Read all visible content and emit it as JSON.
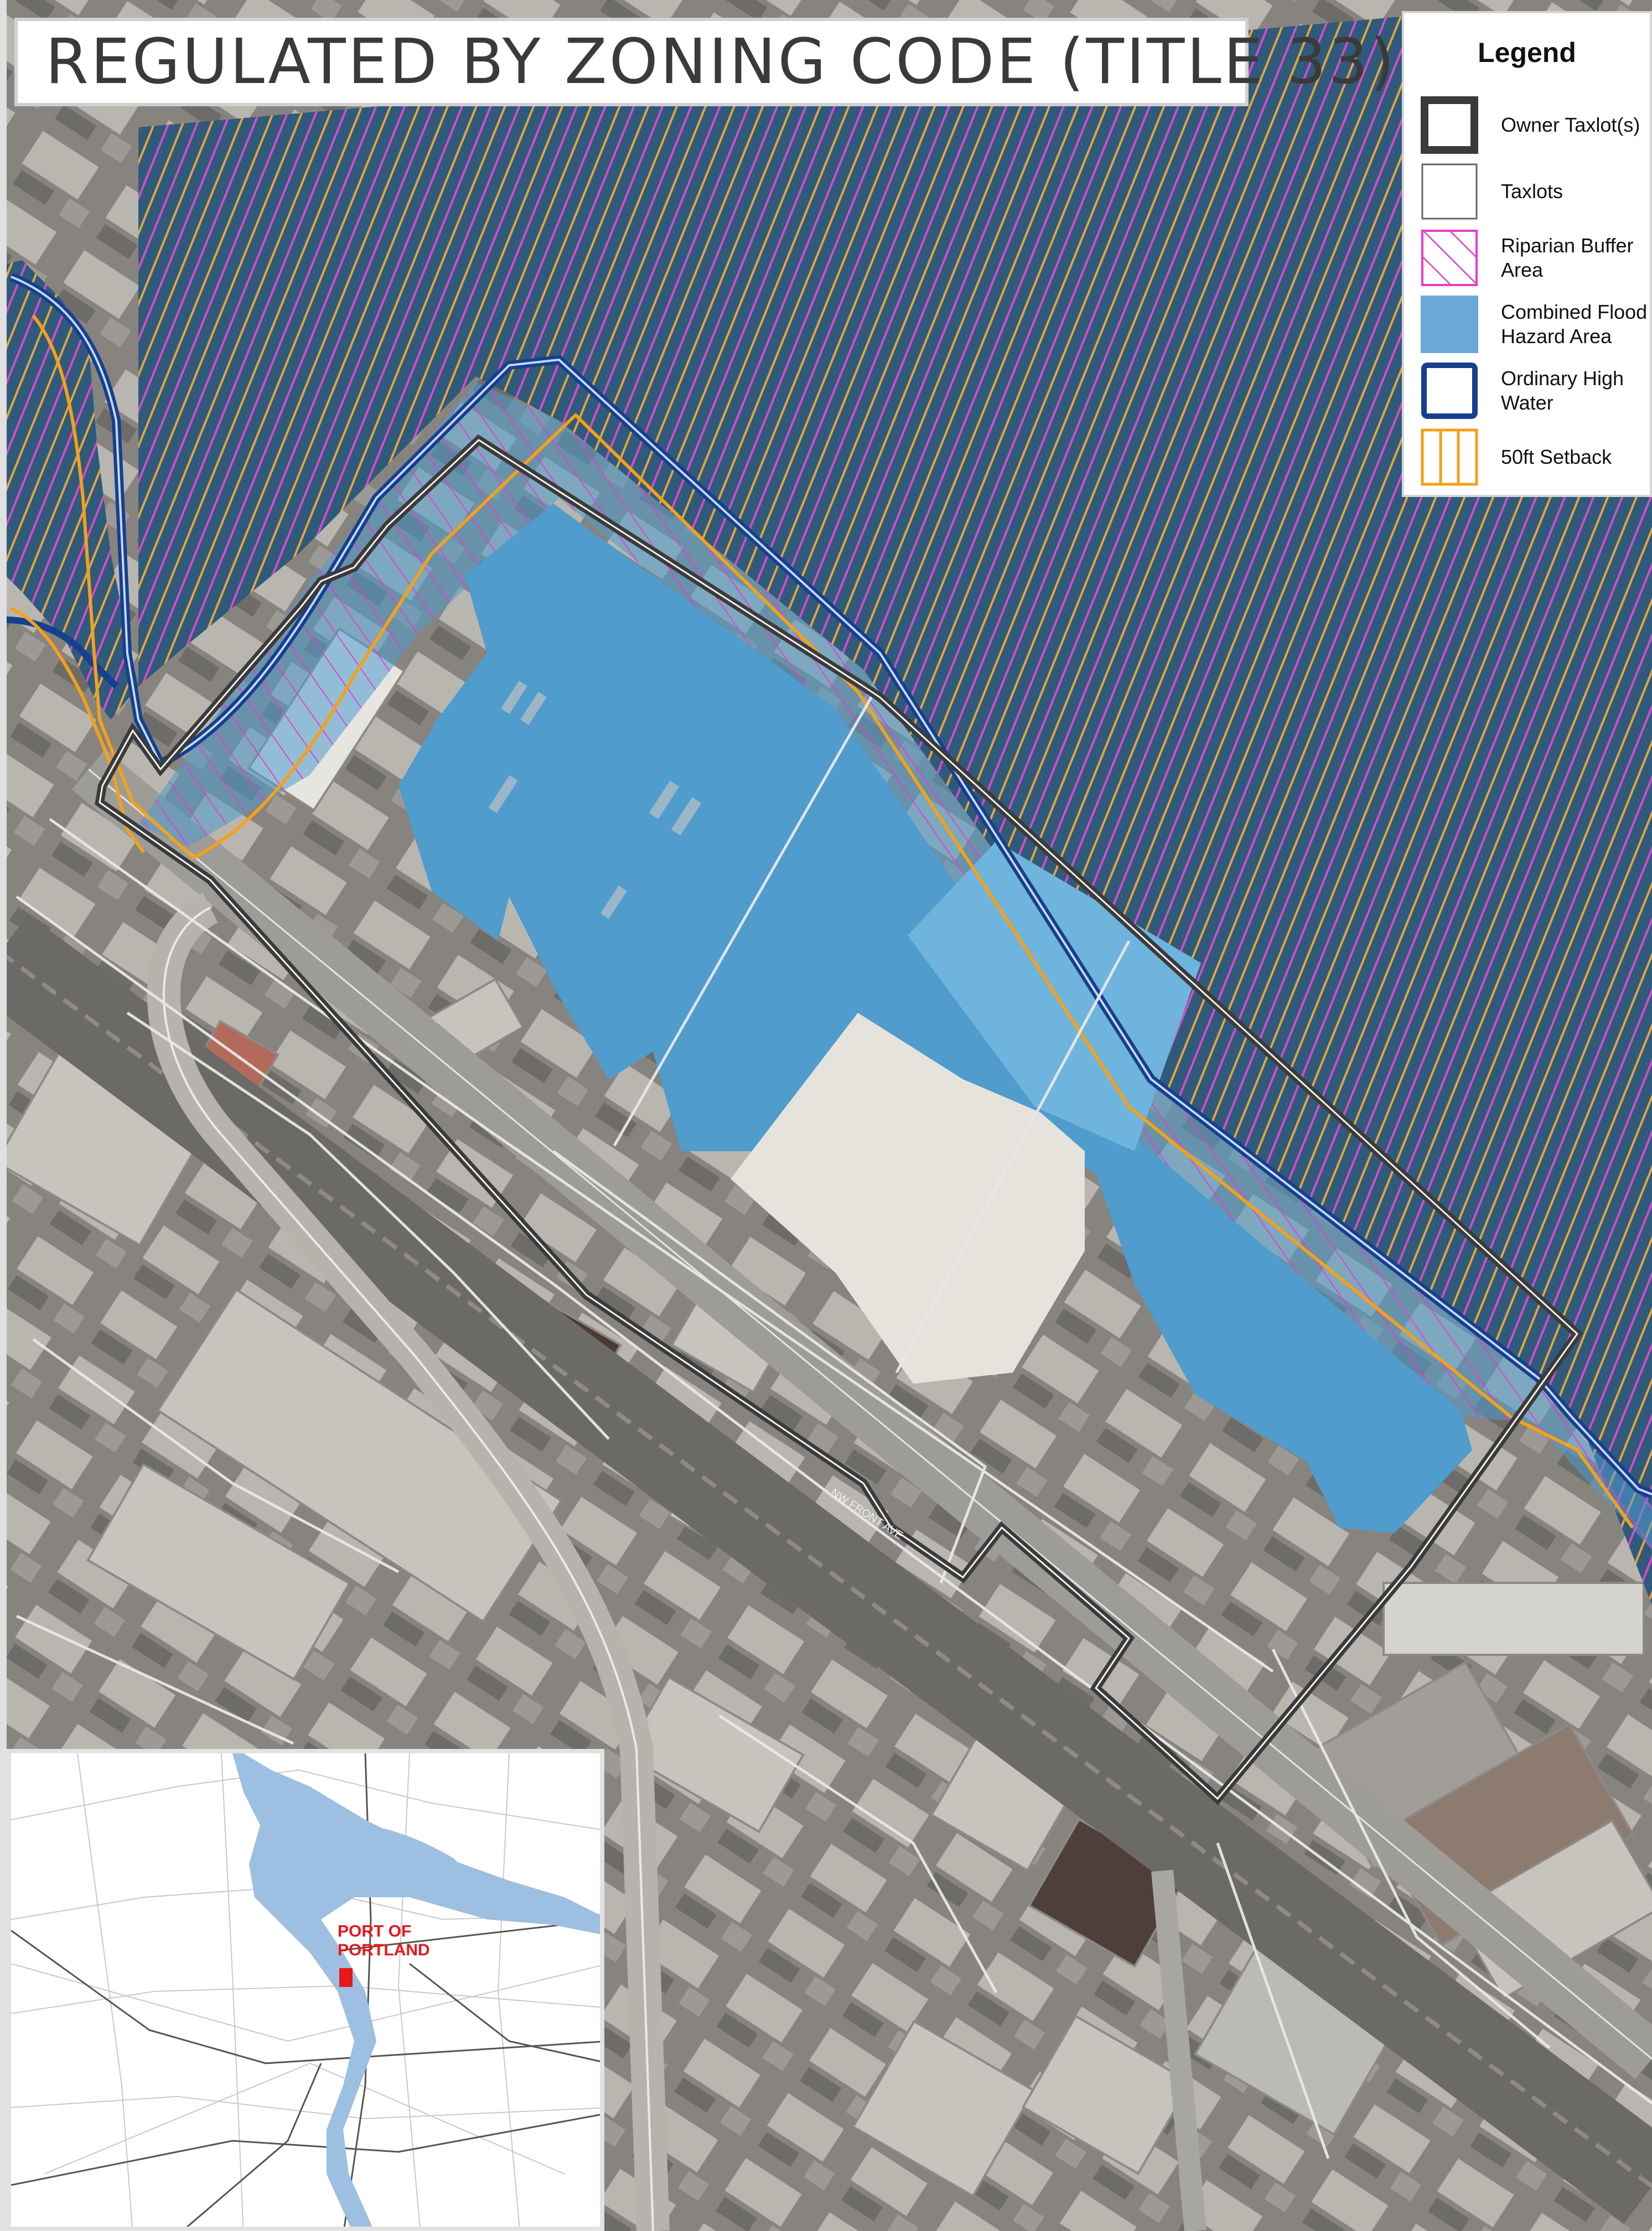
{
  "map": {
    "title": "REGULATED BY ZONING CODE (TITLE 33)",
    "street_label": "NW FRONT AVE",
    "colors": {
      "water": "#2f5a7c",
      "flood": "#4f9ccd",
      "owner_taxlot": "#3b3b3b",
      "taxlot": "#e8e8e8",
      "riparian": "#e83bcf",
      "high_water": "#163f8f",
      "setback": "#f3a11a",
      "land": "#7d7b78"
    }
  },
  "legend": {
    "title": "Legend",
    "items": [
      {
        "label": "Owner Taxlot(s)",
        "icon": "thick-square-outline-icon"
      },
      {
        "label": "Taxlots",
        "icon": "thin-square-outline-icon"
      },
      {
        "label": "Riparian Buffer Area",
        "icon": "magenta-hatched-square-icon"
      },
      {
        "label": "Combined Flood Hazard Area",
        "icon": "blue-filled-square-icon"
      },
      {
        "label": "Ordinary High Water",
        "icon": "navy-outline-square-icon"
      },
      {
        "label": "50ft Setback",
        "icon": "orange-vertical-lines-square-icon"
      }
    ]
  },
  "inset": {
    "label": "PORT OF PORTLAND",
    "marker_color": "#e8171b"
  }
}
